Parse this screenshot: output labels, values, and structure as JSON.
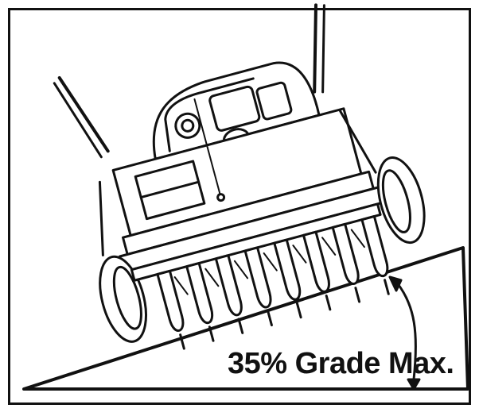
{
  "diagram": {
    "grade_label": "35% Grade Max.",
    "line_color": "#111111",
    "background": "#ffffff",
    "subject": "aerator-on-slope",
    "tine_count": 8
  }
}
